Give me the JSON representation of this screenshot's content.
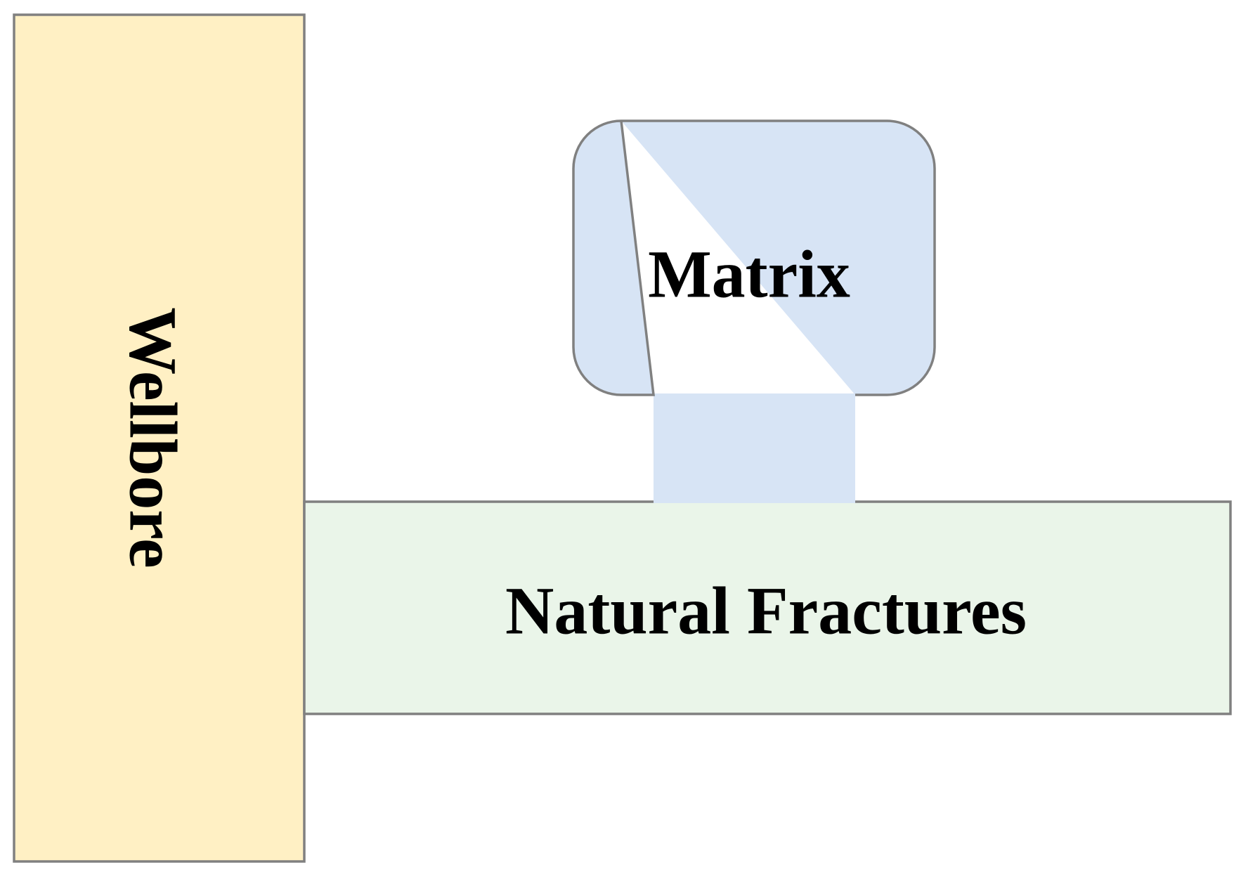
{
  "diagram": {
    "wellbore": {
      "label": "Wellbore",
      "fill": "#fff0c4",
      "stroke": "#808080"
    },
    "matrix": {
      "label": "Matrix",
      "fill": "#d7e4f5",
      "stroke": "#808080"
    },
    "natural_fractures": {
      "label": "Natural Fractures",
      "fill": "#eaf5e9",
      "stroke": "#808080"
    }
  }
}
